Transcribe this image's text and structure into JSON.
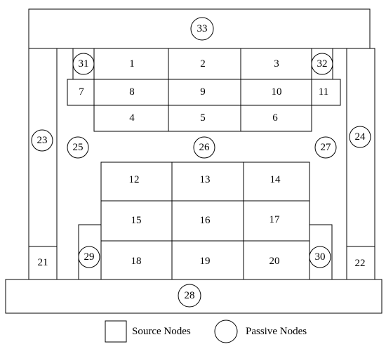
{
  "nodes": {
    "n1": "1",
    "n2": "2",
    "n3": "3",
    "n4": "4",
    "n5": "5",
    "n6": "6",
    "n7": "7",
    "n8": "8",
    "n9": "9",
    "n10": "10",
    "n11": "11",
    "n12": "12",
    "n13": "13",
    "n14": "14",
    "n15": "15",
    "n16": "16",
    "n17": "17",
    "n18": "18",
    "n19": "19",
    "n20": "20",
    "n21": "21",
    "n22": "22",
    "n23": "23",
    "n24": "24",
    "n25": "25",
    "n26": "26",
    "n27": "27",
    "n28": "28",
    "n29": "29",
    "n30": "30",
    "n31": "31",
    "n32": "32",
    "n33": "33"
  },
  "legend": {
    "source": "Source Nodes",
    "passive": "Passive Nodes"
  }
}
